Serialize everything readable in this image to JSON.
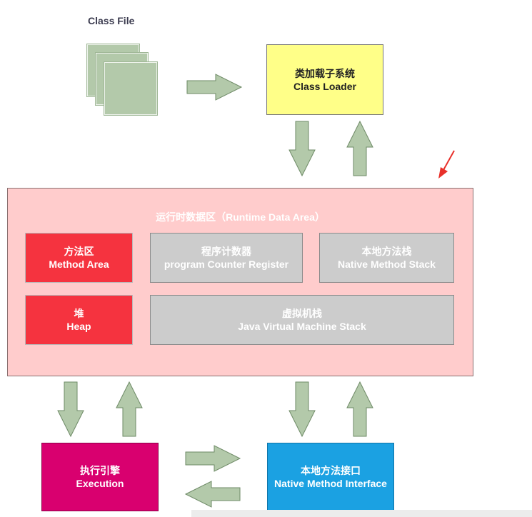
{
  "class_file": {
    "title": "Class File"
  },
  "class_loader": {
    "line1": "类加载子系统",
    "line2": "Class Loader"
  },
  "runtime": {
    "title": "运行时数据区（Runtime Data Area）",
    "method_area": {
      "line1": "方法区",
      "line2": "Method Area"
    },
    "pc_register": {
      "line1": "程序计数器",
      "line2": "program Counter Register"
    },
    "native_stack": {
      "line1": "本地方法栈",
      "line2": "Native Method Stack"
    },
    "heap": {
      "line1": "堆",
      "line2": "Heap"
    },
    "jvm_stack": {
      "line1": "虚拟机栈",
      "line2": "Java Virtual Machine Stack"
    }
  },
  "execution": {
    "line1": "执行引擎",
    "line2": "Execution"
  },
  "native_interface": {
    "line1": "本地方法接口",
    "line2": "Native Method Interface"
  },
  "colors": {
    "arrow_fill": "#b3c9aa",
    "arrow_stroke": "#6e8a66",
    "pointer_red": "#e8302a"
  }
}
